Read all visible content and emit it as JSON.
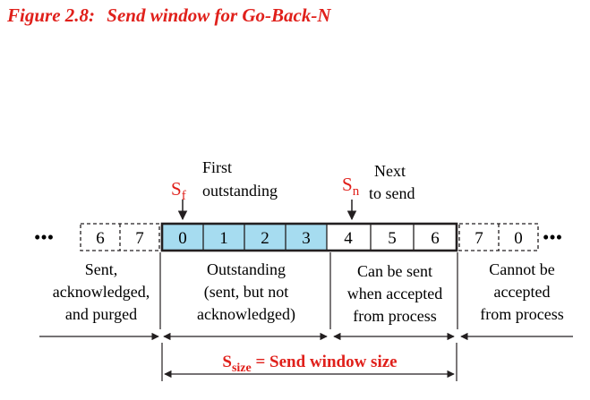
{
  "figure": {
    "label": "Figure 2.8:",
    "title": "Send window for Go-Back-N"
  },
  "sequence": {
    "left_ellipsis": "•••",
    "right_ellipsis": "•••",
    "left_cells": [
      "6",
      "7"
    ],
    "outstanding_cells": [
      "0",
      "1",
      "2",
      "3"
    ],
    "sendable_cells": [
      "4",
      "5",
      "6"
    ],
    "right_cells": [
      "7",
      "0"
    ]
  },
  "pointers": {
    "sf_symbol": "S",
    "sf_subscript": "f",
    "sf_label_line1": "First",
    "sf_label_line2": "outstanding",
    "sn_symbol": "S",
    "sn_subscript": "n",
    "sn_label_line1": "Next",
    "sn_label_line2": "to send"
  },
  "regions": {
    "purged": [
      "Sent,",
      "acknowledged,",
      "and purged"
    ],
    "outstanding": [
      "Outstanding",
      "(sent, but not",
      "acknowledged)"
    ],
    "can_send": [
      "Can be sent",
      "when accepted",
      "from process"
    ],
    "cannot_send": [
      "Cannot be",
      "accepted",
      "from process"
    ]
  },
  "window_size": {
    "symbol": "S",
    "subscript": "size",
    "equals_text": " = Send window size"
  },
  "colors": {
    "caption_red": "#e0201b",
    "outstanding_fill": "#a6dcf0",
    "ink": "#231f20"
  }
}
